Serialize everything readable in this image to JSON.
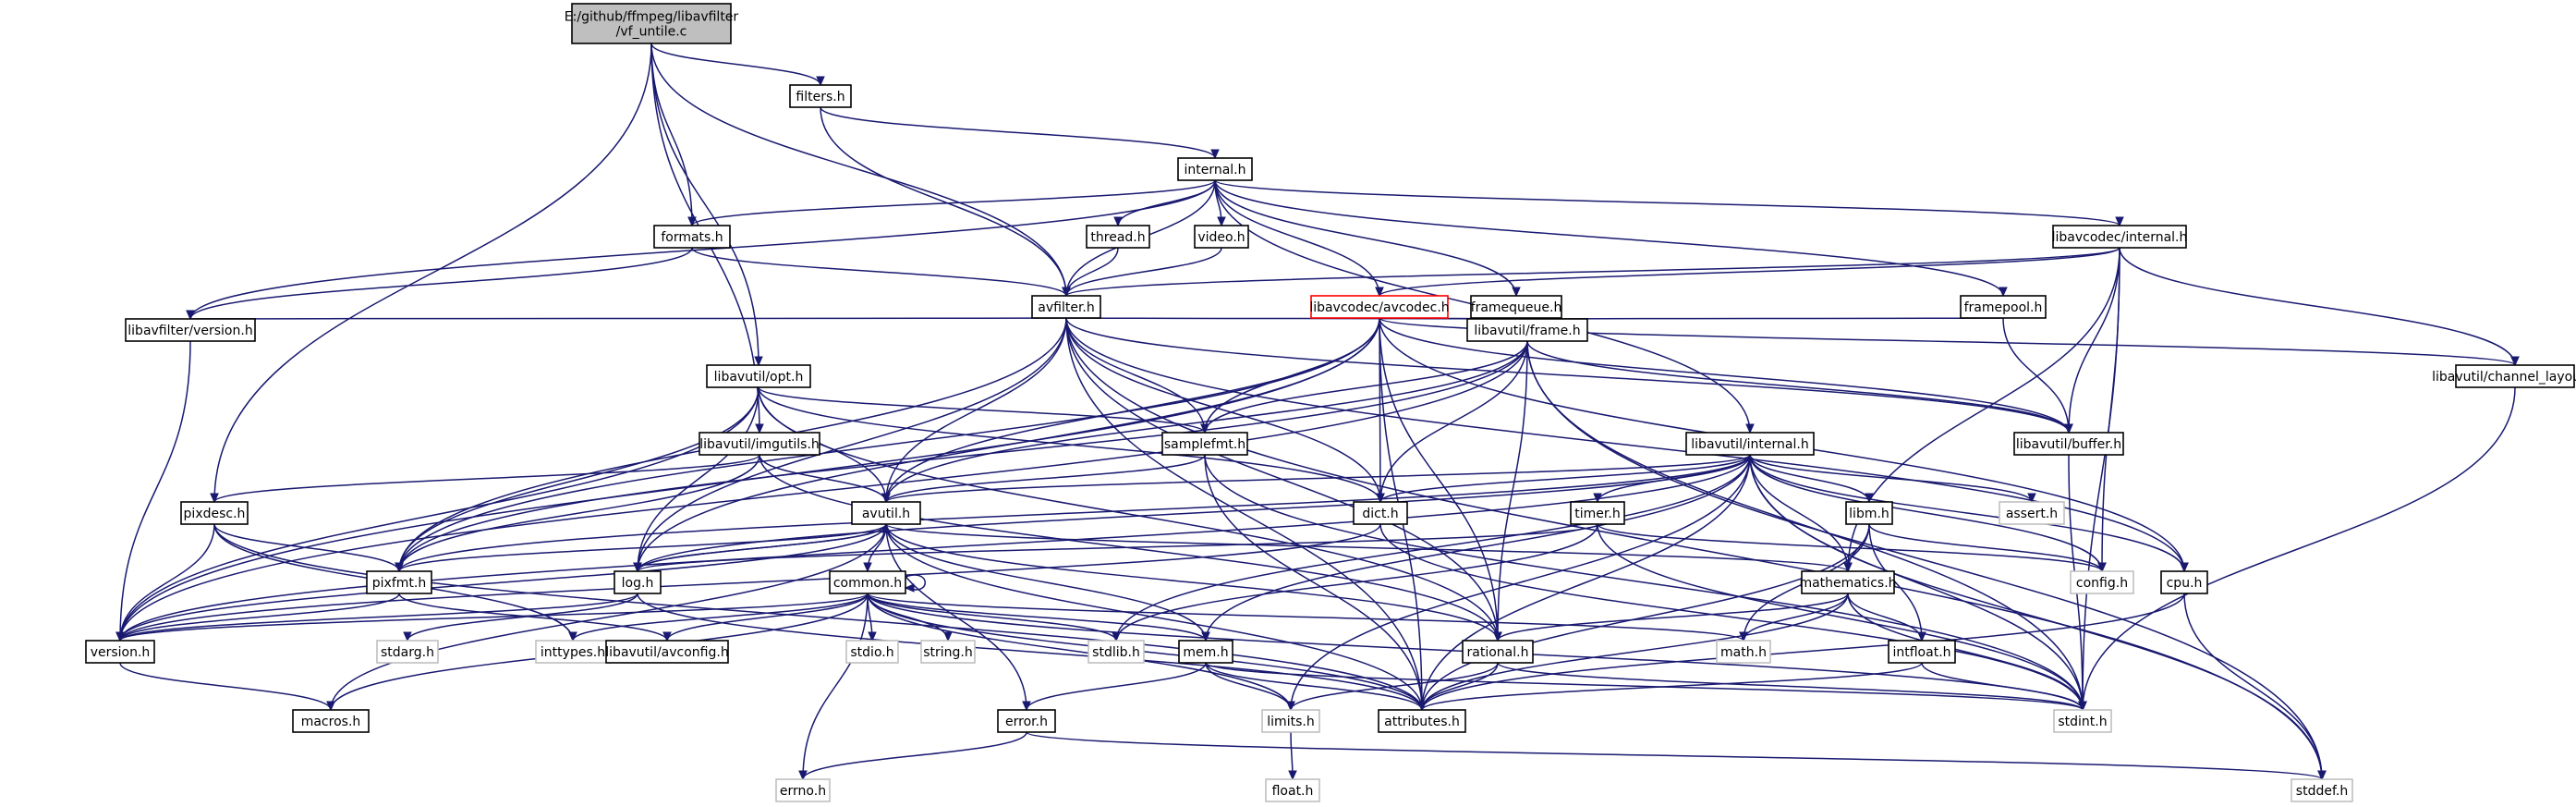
{
  "diagram": {
    "type": "include-dependency-graph",
    "colors": {
      "edge": "#191970",
      "root_fill": "#bfbfbf",
      "highlight_border": "#ff0000",
      "missing_border": "#bfbfbf"
    },
    "nodes": [
      {
        "id": "root",
        "lines": [
          "E:/github/ffmpeg/libavfilter",
          "/vf_untile.c"
        ],
        "style": "root"
      },
      {
        "id": "filters",
        "lines": [
          "filters.h"
        ]
      },
      {
        "id": "internal",
        "lines": [
          "internal.h"
        ]
      },
      {
        "id": "formats",
        "lines": [
          "formats.h"
        ]
      },
      {
        "id": "thread",
        "lines": [
          "thread.h"
        ]
      },
      {
        "id": "video",
        "lines": [
          "video.h"
        ]
      },
      {
        "id": "lavcint",
        "lines": [
          "libavcodec/internal.h"
        ]
      },
      {
        "id": "avfilter",
        "lines": [
          "avfilter.h"
        ]
      },
      {
        "id": "avcodec",
        "lines": [
          "libavcodec/avcodec.h"
        ],
        "style": "red"
      },
      {
        "id": "framequeue",
        "lines": [
          "framequeue.h"
        ]
      },
      {
        "id": "framepool",
        "lines": [
          "framepool.h"
        ]
      },
      {
        "id": "lafversion",
        "lines": [
          "libavfilter/version.h"
        ]
      },
      {
        "id": "opt",
        "lines": [
          "libavutil/opt.h"
        ]
      },
      {
        "id": "frame",
        "lines": [
          "libavutil/frame.h"
        ]
      },
      {
        "id": "chlayout",
        "lines": [
          "libavutil/channel_layout.h"
        ]
      },
      {
        "id": "imgutils",
        "lines": [
          "libavutil/imgutils.h"
        ]
      },
      {
        "id": "samplefmt",
        "lines": [
          "samplefmt.h"
        ]
      },
      {
        "id": "lavuint",
        "lines": [
          "libavutil/internal.h"
        ]
      },
      {
        "id": "buffer",
        "lines": [
          "libavutil/buffer.h"
        ]
      },
      {
        "id": "pixdesc",
        "lines": [
          "pixdesc.h"
        ]
      },
      {
        "id": "avutil",
        "lines": [
          "avutil.h"
        ]
      },
      {
        "id": "dict",
        "lines": [
          "dict.h"
        ]
      },
      {
        "id": "timer",
        "lines": [
          "timer.h"
        ]
      },
      {
        "id": "libm",
        "lines": [
          "libm.h"
        ]
      },
      {
        "id": "assert",
        "lines": [
          "assert.h"
        ],
        "style": "grey"
      },
      {
        "id": "pixfmt",
        "lines": [
          "pixfmt.h"
        ]
      },
      {
        "id": "log",
        "lines": [
          "log.h"
        ]
      },
      {
        "id": "common",
        "lines": [
          "common.h"
        ]
      },
      {
        "id": "mathematics",
        "lines": [
          "mathematics.h"
        ]
      },
      {
        "id": "config",
        "lines": [
          "config.h"
        ],
        "style": "grey"
      },
      {
        "id": "cpu",
        "lines": [
          "cpu.h"
        ]
      },
      {
        "id": "version",
        "lines": [
          "version.h"
        ]
      },
      {
        "id": "stdargh",
        "lines": [
          "stdarg.h"
        ],
        "style": "grey"
      },
      {
        "id": "inttypes",
        "lines": [
          "inttypes.h"
        ],
        "style": "grey"
      },
      {
        "id": "avconfig",
        "lines": [
          "libavutil/avconfig.h"
        ]
      },
      {
        "id": "stdio",
        "lines": [
          "stdio.h"
        ],
        "style": "grey"
      },
      {
        "id": "string",
        "lines": [
          "string.h"
        ],
        "style": "grey"
      },
      {
        "id": "stdlib",
        "lines": [
          "stdlib.h"
        ],
        "style": "grey"
      },
      {
        "id": "mem",
        "lines": [
          "mem.h"
        ]
      },
      {
        "id": "rational",
        "lines": [
          "rational.h"
        ]
      },
      {
        "id": "mathh",
        "lines": [
          "math.h"
        ],
        "style": "grey"
      },
      {
        "id": "intfloat",
        "lines": [
          "intfloat.h"
        ]
      },
      {
        "id": "macros",
        "lines": [
          "macros.h"
        ]
      },
      {
        "id": "limits",
        "lines": [
          "limits.h"
        ],
        "style": "grey"
      },
      {
        "id": "attributes",
        "lines": [
          "attributes.h"
        ]
      },
      {
        "id": "stdint",
        "lines": [
          "stdint.h"
        ],
        "style": "grey"
      },
      {
        "id": "error",
        "lines": [
          "error.h"
        ]
      },
      {
        "id": "errno",
        "lines": [
          "errno.h"
        ],
        "style": "grey"
      },
      {
        "id": "stddef",
        "lines": [
          "stddef.h"
        ],
        "style": "grey"
      },
      {
        "id": "float",
        "lines": [
          "float.h"
        ],
        "style": "grey"
      }
    ],
    "edges": [
      [
        "root",
        "filters"
      ],
      [
        "root",
        "formats"
      ],
      [
        "root",
        "avfilter"
      ],
      [
        "root",
        "opt"
      ],
      [
        "root",
        "imgutils"
      ],
      [
        "root",
        "pixdesc"
      ],
      [
        "filters",
        "internal"
      ],
      [
        "filters",
        "avfilter"
      ],
      [
        "internal",
        "formats"
      ],
      [
        "internal",
        "thread"
      ],
      [
        "internal",
        "video"
      ],
      [
        "internal",
        "avfilter"
      ],
      [
        "internal",
        "avcodec"
      ],
      [
        "internal",
        "framequeue"
      ],
      [
        "internal",
        "framepool"
      ],
      [
        "internal",
        "lavcint"
      ],
      [
        "internal",
        "lafversion"
      ],
      [
        "internal",
        "lavuint"
      ],
      [
        "formats",
        "avfilter"
      ],
      [
        "formats",
        "lafversion"
      ],
      [
        "thread",
        "avfilter"
      ],
      [
        "video",
        "avfilter"
      ],
      [
        "lavcint",
        "avfilter"
      ],
      [
        "lavcint",
        "avcodec"
      ],
      [
        "lavcint",
        "buffer"
      ],
      [
        "lavcint",
        "chlayout"
      ],
      [
        "lavcint",
        "mathematics"
      ],
      [
        "lavcint",
        "config"
      ],
      [
        "lavcint",
        "stdint"
      ],
      [
        "avfilter",
        "lafversion"
      ],
      [
        "avfilter",
        "frame"
      ],
      [
        "avfilter",
        "buffer"
      ],
      [
        "avfilter",
        "samplefmt"
      ],
      [
        "avfilter",
        "avutil"
      ],
      [
        "avfilter",
        "dict"
      ],
      [
        "avfilter",
        "log"
      ],
      [
        "avfilter",
        "pixfmt"
      ],
      [
        "avfilter",
        "rational"
      ],
      [
        "avfilter",
        "attributes"
      ],
      [
        "avfilter",
        "stddef"
      ],
      [
        "avfilter",
        "cpu"
      ],
      [
        "avcodec",
        "frame"
      ],
      [
        "avcodec",
        "samplefmt"
      ],
      [
        "avcodec",
        "avutil"
      ],
      [
        "avcodec",
        "dict"
      ],
      [
        "avcodec",
        "log"
      ],
      [
        "avcodec",
        "pixfmt"
      ],
      [
        "avcodec",
        "rational"
      ],
      [
        "avcodec",
        "attributes"
      ],
      [
        "avcodec",
        "buffer"
      ],
      [
        "avcodec",
        "version"
      ],
      [
        "avcodec",
        "chlayout"
      ],
      [
        "avcodec",
        "cpu"
      ],
      [
        "framequeue",
        "frame"
      ],
      [
        "framepool",
        "frame"
      ],
      [
        "framepool",
        "buffer"
      ],
      [
        "lafversion",
        "version"
      ],
      [
        "opt",
        "samplefmt"
      ],
      [
        "opt",
        "avutil"
      ],
      [
        "opt",
        "dict"
      ],
      [
        "opt",
        "log"
      ],
      [
        "opt",
        "pixfmt"
      ],
      [
        "opt",
        "rational"
      ],
      [
        "opt",
        "version"
      ],
      [
        "frame",
        "buffer"
      ],
      [
        "frame",
        "samplefmt"
      ],
      [
        "frame",
        "avutil"
      ],
      [
        "frame",
        "dict"
      ],
      [
        "frame",
        "pixfmt"
      ],
      [
        "frame",
        "rational"
      ],
      [
        "frame",
        "version"
      ],
      [
        "frame",
        "stddef"
      ],
      [
        "frame",
        "stdint"
      ],
      [
        "chlayout",
        "stdint"
      ],
      [
        "imgutils",
        "avutil"
      ],
      [
        "imgutils",
        "pixdesc"
      ],
      [
        "imgutils",
        "pixfmt"
      ],
      [
        "imgutils",
        "rational"
      ],
      [
        "samplefmt",
        "avutil"
      ],
      [
        "samplefmt",
        "attributes"
      ],
      [
        "samplefmt",
        "stdint"
      ],
      [
        "lavuint",
        "avutil"
      ],
      [
        "lavuint",
        "dict"
      ],
      [
        "lavuint",
        "timer"
      ],
      [
        "lavuint",
        "libm"
      ],
      [
        "lavuint",
        "assert"
      ],
      [
        "lavuint",
        "config"
      ],
      [
        "lavuint",
        "cpu"
      ],
      [
        "lavuint",
        "log"
      ],
      [
        "lavuint",
        "pixfmt"
      ],
      [
        "lavuint",
        "mem"
      ],
      [
        "lavuint",
        "attributes"
      ],
      [
        "lavuint",
        "stdint"
      ],
      [
        "lavuint",
        "stddef"
      ],
      [
        "lavuint",
        "version"
      ],
      [
        "lavuint",
        "limits"
      ],
      [
        "lavuint",
        "stdlib"
      ],
      [
        "lavuint",
        "mathematics"
      ],
      [
        "buffer",
        "stdint"
      ],
      [
        "pixdesc",
        "pixfmt"
      ],
      [
        "pixdesc",
        "version"
      ],
      [
        "pixdesc",
        "attributes"
      ],
      [
        "pixdesc",
        "inttypes"
      ],
      [
        "avutil",
        "common"
      ],
      [
        "avutil",
        "error"
      ],
      [
        "avutil",
        "version"
      ],
      [
        "avutil",
        "macros"
      ],
      [
        "avutil",
        "mathematics"
      ],
      [
        "avutil",
        "rational"
      ],
      [
        "avutil",
        "log"
      ],
      [
        "avutil",
        "pixfmt"
      ],
      [
        "avutil",
        "attributes"
      ],
      [
        "avutil",
        "mem"
      ],
      [
        "dict",
        "stdint"
      ],
      [
        "dict",
        "version"
      ],
      [
        "timer",
        "config"
      ],
      [
        "timer",
        "log"
      ],
      [
        "timer",
        "stdlib"
      ],
      [
        "timer",
        "stdint"
      ],
      [
        "libm",
        "mathematics"
      ],
      [
        "libm",
        "mathh"
      ],
      [
        "libm",
        "config"
      ],
      [
        "libm",
        "attributes"
      ],
      [
        "libm",
        "intfloat"
      ],
      [
        "pixfmt",
        "version"
      ],
      [
        "pixfmt",
        "avconfig"
      ],
      [
        "log",
        "avutil"
      ],
      [
        "log",
        "attributes"
      ],
      [
        "log",
        "version"
      ],
      [
        "log",
        "stdargh"
      ],
      [
        "common",
        "attributes"
      ],
      [
        "common",
        "macros"
      ],
      [
        "common",
        "version"
      ],
      [
        "common",
        "avconfig"
      ],
      [
        "common",
        "inttypes"
      ],
      [
        "common",
        "stdio"
      ],
      [
        "common",
        "string"
      ],
      [
        "common",
        "stdlib"
      ],
      [
        "common",
        "mem"
      ],
      [
        "common",
        "mathh"
      ],
      [
        "common",
        "limits"
      ],
      [
        "common",
        "stdint"
      ],
      [
        "common",
        "errno"
      ],
      [
        "common",
        "common"
      ],
      [
        "mathematics",
        "rational"
      ],
      [
        "mathematics",
        "intfloat"
      ],
      [
        "mathematics",
        "mathh"
      ],
      [
        "mathematics",
        "attributes"
      ],
      [
        "mathematics",
        "stdint"
      ],
      [
        "cpu",
        "attributes"
      ],
      [
        "cpu",
        "stddef"
      ],
      [
        "version",
        "macros"
      ],
      [
        "mem",
        "error"
      ],
      [
        "mem",
        "limits"
      ],
      [
        "mem",
        "attributes"
      ],
      [
        "mem",
        "stdint"
      ],
      [
        "rational",
        "attributes"
      ],
      [
        "rational",
        "limits"
      ],
      [
        "rational",
        "stdint"
      ],
      [
        "intfloat",
        "attributes"
      ],
      [
        "intfloat",
        "stdint"
      ],
      [
        "error",
        "errno"
      ],
      [
        "error",
        "stddef"
      ],
      [
        "limits",
        "float"
      ]
    ]
  }
}
